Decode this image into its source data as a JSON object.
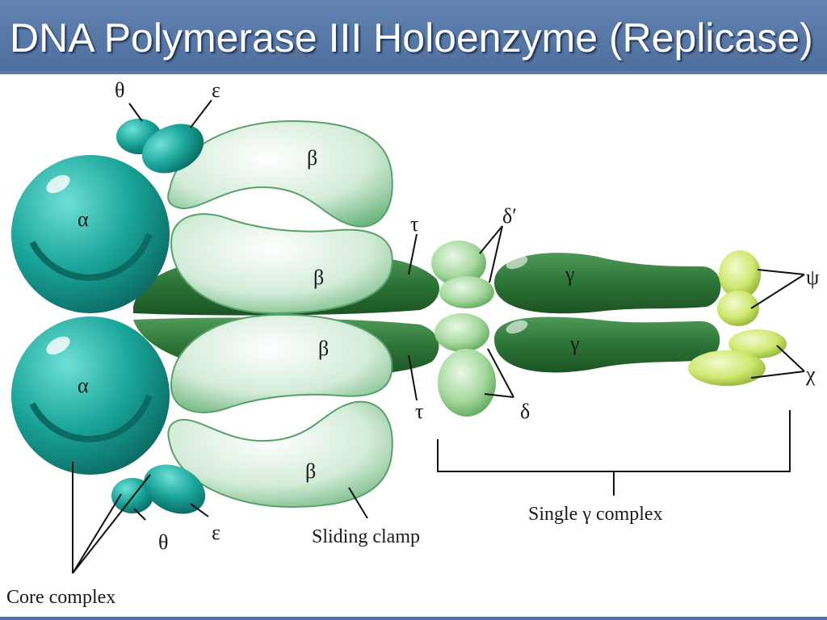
{
  "slide": {
    "title": "DNA Polymerase III Holoenzyme (Replicase)"
  },
  "diagram": {
    "labels": {
      "alpha": "α",
      "theta": "θ",
      "epsilon": "ε",
      "beta": "β",
      "tau": "τ",
      "delta_prime": "δ′",
      "delta": "δ",
      "gamma": "γ",
      "psi": "ψ",
      "chi": "χ"
    },
    "annotations": {
      "core_complex": "Core complex",
      "sliding_clamp": "Sliding clamp",
      "single_gamma_complex": "Single γ complex"
    }
  },
  "colors": {
    "title_bar": "#5a7aa8",
    "core_teal": "#1aa59a",
    "clamp_light_green": "#cfead6",
    "tau_gamma_dark_green": "#2f7a3a",
    "delta_green": "#9fd49a",
    "psi_chi_yellow_green": "#c8e46a"
  }
}
